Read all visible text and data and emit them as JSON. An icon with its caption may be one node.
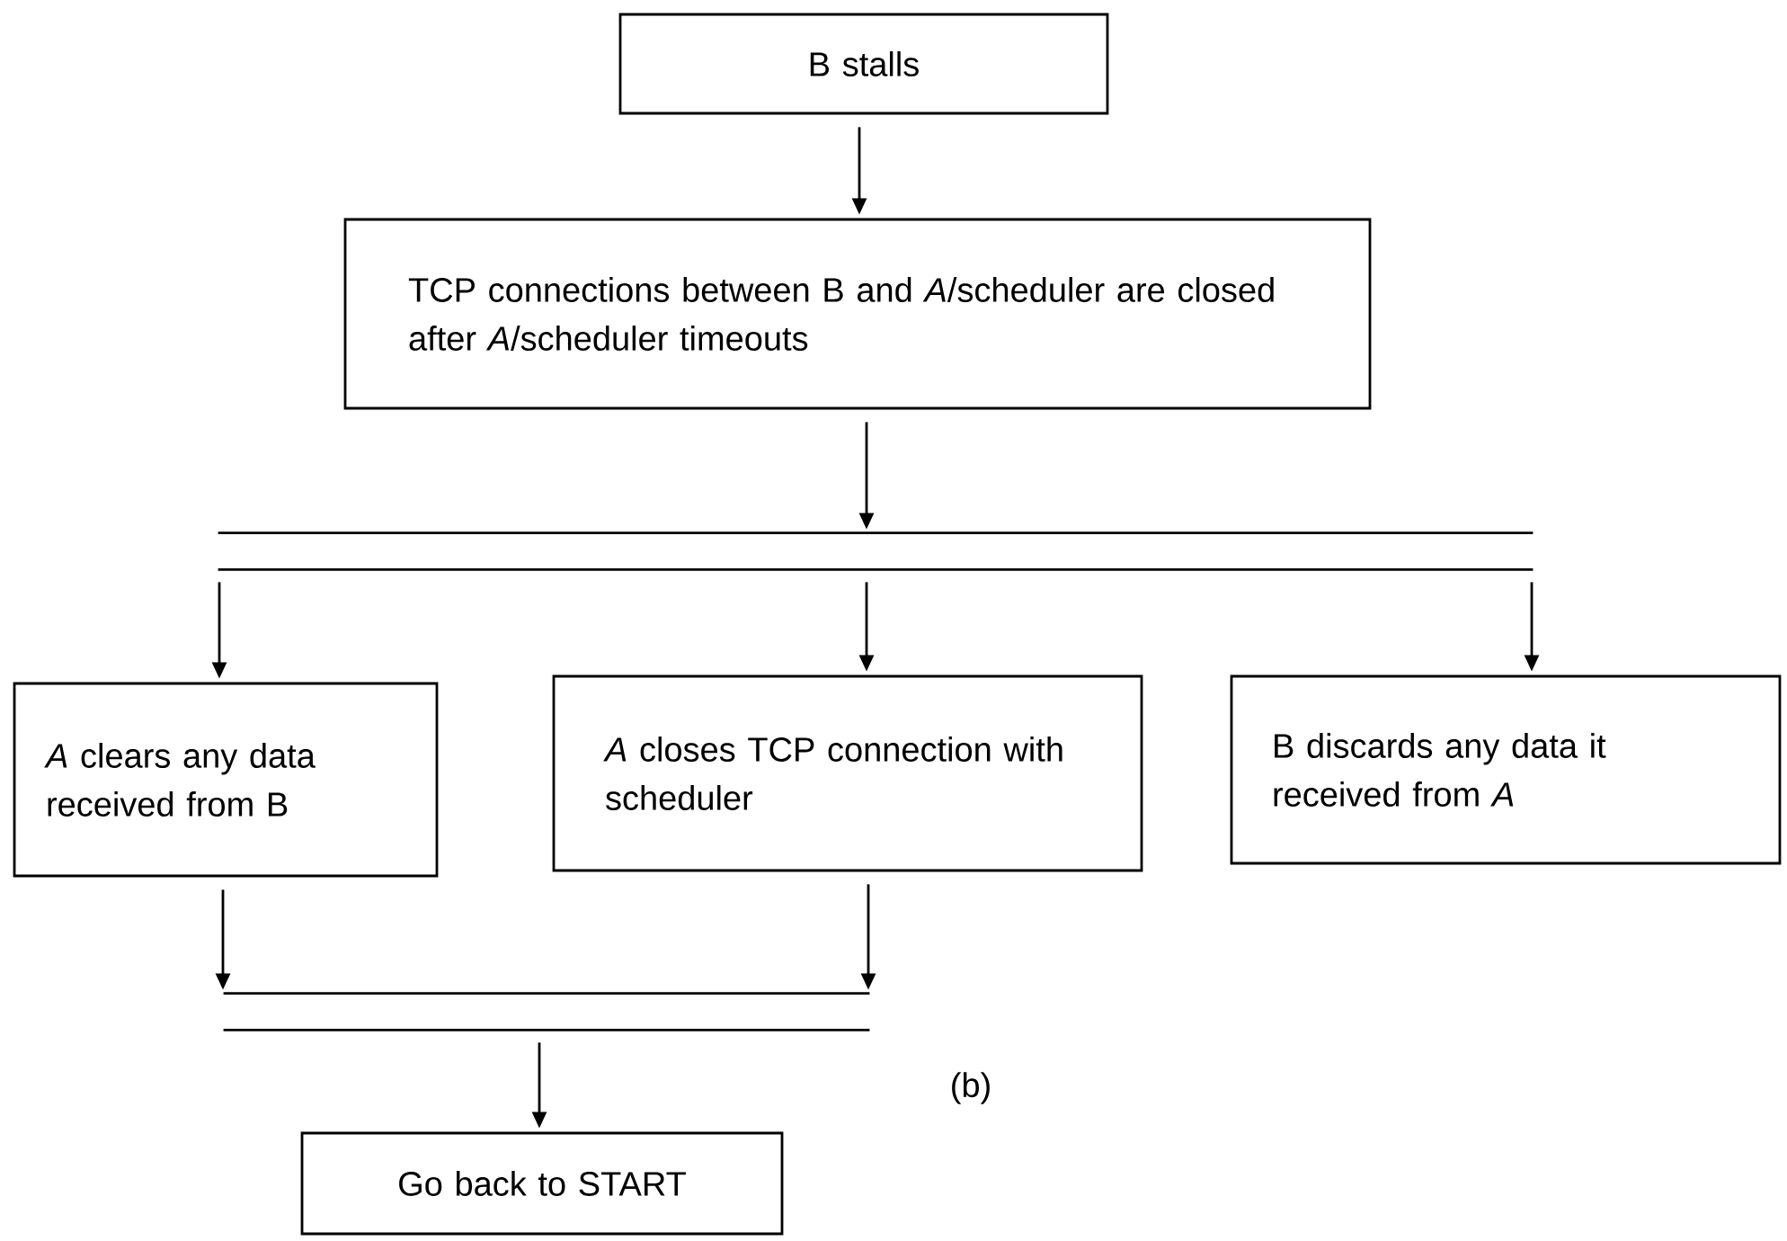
{
  "diagram": {
    "nodes": [
      {
        "text": [
          "B stalls"
        ]
      },
      {
        "text": [
          "TCP connections between B and *A*/scheduler are closed after *A*/scheduler timeouts"
        ]
      },
      {
        "text": [],
        "shape": "bar"
      },
      {
        "text": [
          "*A* clears any data received from B"
        ]
      },
      {
        "text": [
          "*A* closes TCP connection with scheduler"
        ]
      },
      {
        "text": [
          "B discards any data it received from *A*"
        ]
      },
      {
        "text": [],
        "shape": "bar"
      },
      {
        "text": [
          "Go back to START"
        ]
      }
    ],
    "edges": [
      {
        "from": 0,
        "to": 1,
        "arrow": "to"
      },
      {
        "from": 1,
        "to": 2,
        "arrow": "to"
      },
      {
        "from": 2,
        "to": 3,
        "arrow": "to"
      },
      {
        "from": 2,
        "to": 4,
        "arrow": "to"
      },
      {
        "from": 2,
        "to": 5,
        "arrow": "to"
      },
      {
        "from": 3,
        "to": 6,
        "arrow": "to"
      },
      {
        "from": 4,
        "to": 6,
        "arrow": "to"
      },
      {
        "from": 6,
        "to": 7,
        "arrow": "to"
      }
    ],
    "labels": [
      "(b)"
    ]
  }
}
